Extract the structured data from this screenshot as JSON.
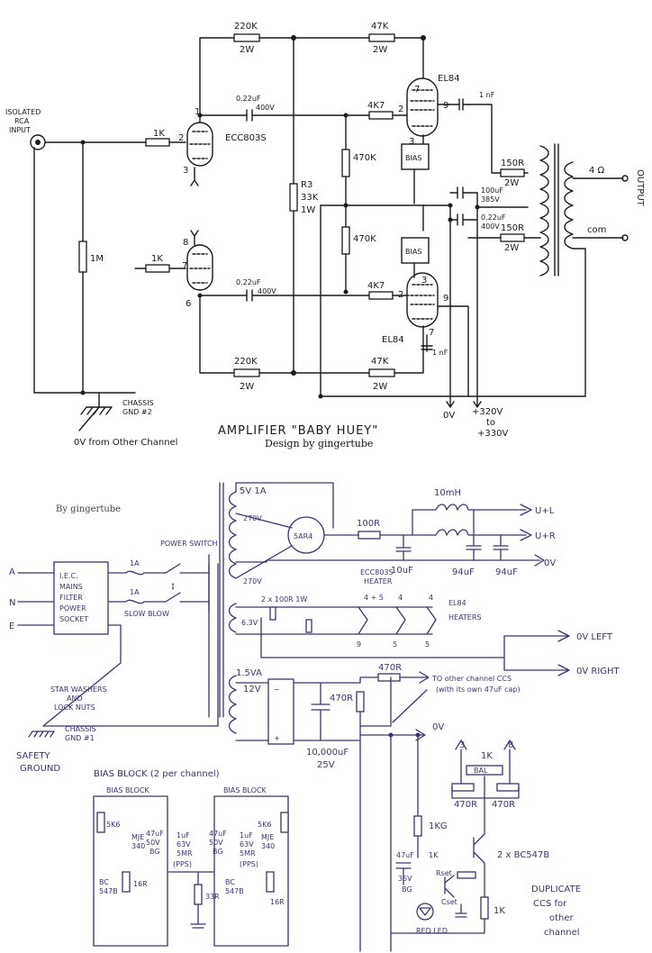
{
  "amplifier": {
    "title": "AMPLIFIER \"BABY HUEY\"",
    "credit": "Design by gingertube",
    "input": {
      "line1": "ISOLATED",
      "line2": "RCA",
      "line3": "INPUT"
    },
    "output_label": "OUTPUT",
    "output_taps": [
      "4 Ω",
      "com"
    ],
    "ground": {
      "chassis": "CHASSIS",
      "gnd": "GND #2",
      "other_channel": "0V from Other Channel"
    },
    "tubes": {
      "driver": "ECC803S",
      "output": "EL84",
      "pins": {
        "d1": "1",
        "d2": "2",
        "d3": "3",
        "d6": "6",
        "d7": "7",
        "d8": "8",
        "o7a": "7",
        "o2a": "2",
        "o9a": "9",
        "o3a": "3",
        "o2b": "2",
        "o3b": "3",
        "o9b": "9",
        "o7b": "7"
      }
    },
    "components": {
      "r_fb_top": "220K",
      "r_fb_top_w": "2W",
      "r_fb_top2": "47K",
      "r_fb_top2_w": "2W",
      "r_fb_bot": "220K",
      "r_fb_bot_w": "2W",
      "r_fb_bot2": "47K",
      "r_fb_bot2_w": "2W",
      "r_in_top": "1K",
      "r_in_bot": "1K",
      "r_grid_top": "4K7",
      "r_grid_bot": "4K7",
      "r_bias_top": "470K",
      "r_bias_bot": "470K",
      "r3": "R3",
      "r3_val": "33K",
      "r3_w": "1W",
      "r_1m": "1M",
      "r_150_top": "150R",
      "r_150_top_w": "2W",
      "r_150_bot": "150R",
      "r_150_bot_w": "2W",
      "c_couple_top": "0.22uF",
      "c_couple_top_v": "400V",
      "c_couple_bot": "0.22uF",
      "c_couple_bot_v": "400V",
      "c_1nf_top": "1 nF",
      "c_1nf_bot": "1 nF",
      "c_100uf": "100uF",
      "c_100uf_v": "385V",
      "c_022_supply": "0.22uF",
      "c_022_supply_v": "400V",
      "bias_top": "BIAS",
      "bias_bot": "BIAS"
    },
    "supply": {
      "zero": "0V",
      "hv": "+320V",
      "to": "to",
      "hv2": "+330V"
    }
  },
  "psu": {
    "credit": "By gingertube",
    "mains": {
      "a": "A",
      "n": "N",
      "e": "E",
      "filter_box": [
        "I.E.C.",
        "MAINS",
        "FILTER",
        "POWER",
        "SOCKET"
      ],
      "switch": "POWER SWITCH",
      "fuse_a": "1A",
      "fuse_n": "1A",
      "slow_blow": "SLOW BLOW",
      "washers": [
        "STAR WASHERS",
        "AND",
        "LOCK NUTS"
      ]
    },
    "ground": {
      "chassis": "CHASSIS",
      "gnd": "GND #1",
      "safety": "SAFETY",
      "safety2": "GROUND"
    },
    "rectifier": {
      "heater": "5V 1A",
      "tube": "5AR4",
      "sec_a": "270V",
      "sec_b": "270V"
    },
    "filter": {
      "r": "100R",
      "choke": "10mH",
      "c1": "10uF",
      "c2": "94uF",
      "c3": "94uF",
      "out_l": "U+L",
      "out_r": "U+R",
      "zero": "0V"
    },
    "heaters": {
      "pair": "2 x 100R 1W",
      "v": "6.3V",
      "ecc_title": "ECC803S",
      "ecc_sub": "HEATER",
      "ecc_pins": "4 + 5",
      "el_title": "EL84",
      "el_sub": "HEATERS",
      "pin4a": "4",
      "pin4b": "4",
      "pin9": "9",
      "pin5a": "5",
      "pin5b": "5",
      "zero_left": "0V LEFT",
      "zero_right": "0V RIGHT"
    },
    "ccs": {
      "va": "1.5VA",
      "v": "12V",
      "r470": "470R",
      "r470b": "470R",
      "cap": "10,000uF",
      "cap_v": "25V",
      "to_other": "TO other channel CCS",
      "note": "(with its own 47uF cap)",
      "zero": "0V",
      "pin3": "3",
      "pin8": "8",
      "bal_r": "1K",
      "bal": "BAL",
      "r_left": "470R",
      "r_right": "470R",
      "r1k": "1K",
      "r1kg": "1KG",
      "rset": "Rset",
      "cset": "Cset",
      "r_1k_right": "1K",
      "cap47": "47uF",
      "cap47_v": "35V",
      "cap47_t": "BG",
      "led": "RED LED",
      "transistors": "2 x BC547B",
      "dup": [
        "DUPLICATE",
        "CCS for",
        "other",
        "channel"
      ]
    },
    "bias_block": {
      "title": "BIAS BLOCK (2 per channel)",
      "left": "BIAS BLOCK",
      "right": "BIAS BLOCK",
      "r5k6": "5K6",
      "mje": "MJE",
      "mje2": "340",
      "bc": "BC",
      "bc2": "547B",
      "r16": "16R",
      "c47": "47uF",
      "c47v": "50V",
      "c47t": "BG",
      "c1": "1uF",
      "c1v": "63V",
      "c1t": "5MR",
      "pps": "(PPS)",
      "r33": "33R"
    }
  }
}
